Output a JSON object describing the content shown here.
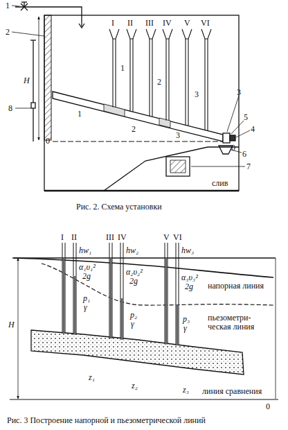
{
  "diagram": {
    "labels": [
      "1",
      "2",
      "8",
      "H",
      "0",
      "I",
      "II",
      "III",
      "IV",
      "V",
      "VI",
      "1",
      "2",
      "3",
      "1",
      "2",
      "3",
      "3",
      "5",
      "4",
      "0",
      "6",
      "7",
      "слив",
      "Рис. 2. Схема установки",
      "I",
      "II",
      "III",
      "IV",
      "V",
      "VI",
      "hw₁",
      "hw₂",
      "hw₃",
      "α₁υ₁²",
      "2g",
      "α₂υ₂²",
      "2g",
      "α₃υ₃²",
      "2g",
      "p₁",
      "γ",
      "p₂",
      "γ",
      "p₃",
      "γ",
      "напорная линия",
      "пьезометри- ческая линия",
      "линия сравнения",
      "0",
      "H",
      "z₁",
      "z₂",
      "z₃",
      "Рис. 3 Построение напорной и пьезометрической линий"
    ]
  }
}
